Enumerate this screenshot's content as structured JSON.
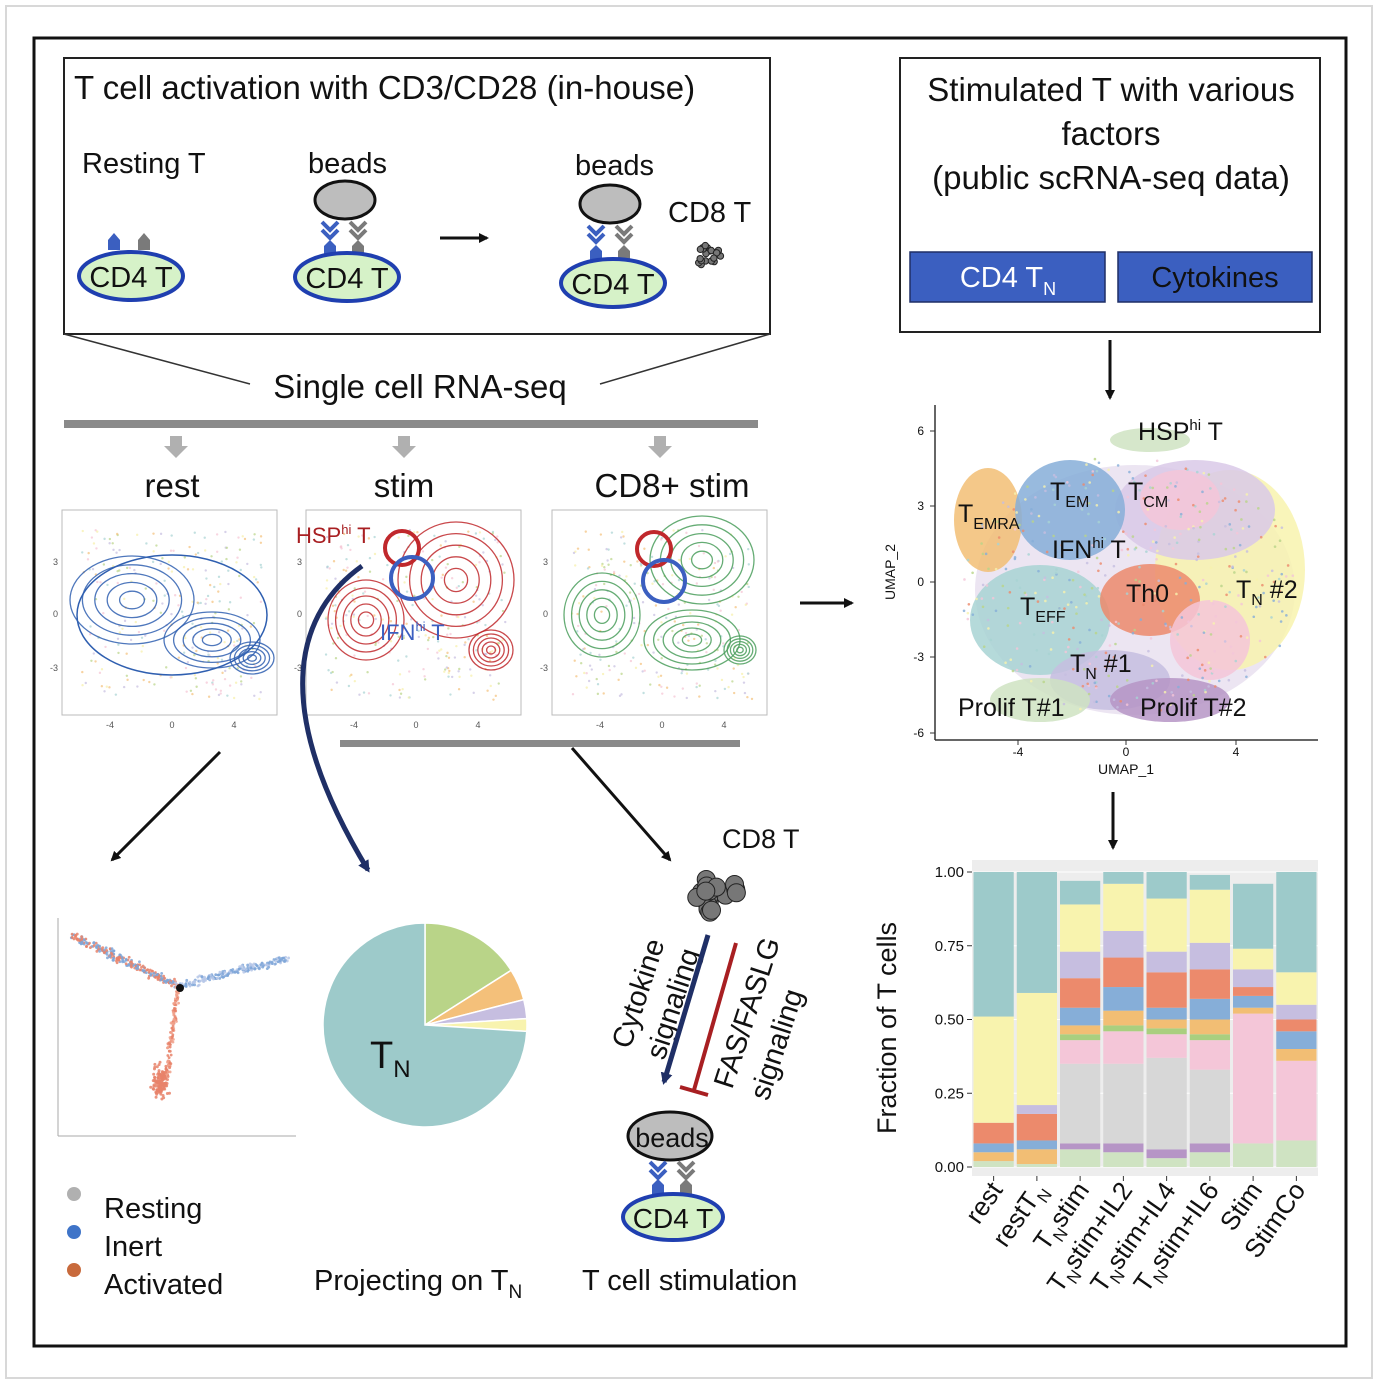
{
  "colors": {
    "blue_box": "#3b5fc0",
    "cell_fill": "#d6f2c8",
    "cell_stroke": "#1f3fb0",
    "red_mark": "#c0282c",
    "navy": "#1f2f66",
    "teal": "#9dcaca",
    "grey_bar": "#8a8a8a"
  },
  "left_panel": {
    "title": "T cell activation with CD3/CD28 (in-house)",
    "resting_label": "Resting T",
    "beads_label_1": "beads",
    "beads_label_2": "beads",
    "cd8_label": "CD8 T",
    "cell_label": "CD4 T",
    "scrna_label": "Single cell RNA-seq",
    "conditions": [
      "rest",
      "stim",
      "CD8+ stim"
    ]
  },
  "stim_panel": {
    "hsp_label_main": "HSP",
    "hsp_label_sup": "hi",
    "hsp_label_tail": " T",
    "ifn_label_main": "IFN",
    "ifn_label_sup": "hi",
    "ifn_label_tail": " T"
  },
  "mini_axes": {
    "y_ticks": [
      "3",
      "0",
      "-3"
    ],
    "x_ticks": [
      "-4",
      "0",
      "4"
    ]
  },
  "right_panel": {
    "title_line1": "Stimulated T with various",
    "title_line2": "factors",
    "title_line3": "(public scRNA-seq data)",
    "box1_main": "CD4 T",
    "box1_sub": "N",
    "box2": "Cytokines"
  },
  "umap": {
    "xlabel": "UMAP_1",
    "ylabel": "UMAP_2",
    "y_ticks": [
      "6",
      "3",
      "0",
      "-3",
      "-6"
    ],
    "x_ticks": [
      "-4",
      "0",
      "4"
    ],
    "clusters": [
      {
        "main": "HSP",
        "sup": "hi",
        "sub": "",
        "tail": " T"
      },
      {
        "main": "T",
        "sup": "",
        "sub": "EMRA",
        "tail": ""
      },
      {
        "main": "T",
        "sup": "",
        "sub": "EM",
        "tail": ""
      },
      {
        "main": "T",
        "sup": "",
        "sub": "CM",
        "tail": ""
      },
      {
        "main": "IFN",
        "sup": "hi",
        "sub": "",
        "tail": " T"
      },
      {
        "main": "Th0",
        "sup": "",
        "sub": "",
        "tail": ""
      },
      {
        "main": "T",
        "sup": "",
        "sub": "N",
        "tail": " #2"
      },
      {
        "main": "T",
        "sup": "",
        "sub": "EFF",
        "tail": ""
      },
      {
        "main": "T",
        "sup": "",
        "sub": "N",
        "tail": " #1"
      },
      {
        "main": "Prolif T#1",
        "sup": "",
        "sub": "",
        "tail": ""
      },
      {
        "main": "Prolif T#2",
        "sup": "",
        "sub": "",
        "tail": ""
      }
    ]
  },
  "bottom": {
    "legend": [
      {
        "label": "Resting",
        "color": "#b0b0b0"
      },
      {
        "label": "Inert",
        "color": "#3f74c8"
      },
      {
        "label": "Activated",
        "color": "#c86a3c"
      }
    ],
    "pie_label_main": "T",
    "pie_label_sub": "N",
    "projecting_main": "Projecting on T",
    "projecting_sub": "N",
    "cd8_label": "CD8 T",
    "cytokine_line1": "Cytokine",
    "cytokine_line2": "signaling",
    "fas_line1": "FAS/FASLG",
    "fas_line2": "signaling",
    "beads_label": "beads",
    "cell_label": "CD4 T",
    "stim_label": "T cell stimulation"
  },
  "chart_data": {
    "type": "bar",
    "ylabel": "Fraction of T cells",
    "ylim": [
      0,
      1
    ],
    "y_ticks": [
      "0.00",
      "0.25",
      "0.50",
      "0.75",
      "1.00"
    ],
    "categories": [
      {
        "main": "rest",
        "sub": "",
        "tail": ""
      },
      {
        "main": "restT",
        "sub": "N",
        "tail": ""
      },
      {
        "main": "T",
        "sub": "N",
        "tail": "stim"
      },
      {
        "main": "T",
        "sub": "N",
        "tail": "stim+IL2"
      },
      {
        "main": "T",
        "sub": "N",
        "tail": "stim+IL4"
      },
      {
        "main": "T",
        "sub": "N",
        "tail": "stim+IL6"
      },
      {
        "main": "Stim",
        "sub": "",
        "tail": ""
      },
      {
        "main": "StimCo",
        "sub": "",
        "tail": ""
      }
    ],
    "stack_colors": [
      "#cfe3c2",
      "#b695c6",
      "#d7d7d7",
      "#f4c6d8",
      "#a9cf7f",
      "#f2be74",
      "#86aed8",
      "#ec8a6c",
      "#c6bee0",
      "#f8f3ae",
      "#9dcaca"
    ],
    "stacks": [
      [
        0.02,
        0.0,
        0.0,
        0.0,
        0.0,
        0.03,
        0.03,
        0.07,
        0.0,
        0.36,
        0.49
      ],
      [
        0.01,
        0.0,
        0.0,
        0.0,
        0.0,
        0.05,
        0.03,
        0.09,
        0.03,
        0.38,
        0.41
      ],
      [
        0.06,
        0.02,
        0.27,
        0.08,
        0.02,
        0.03,
        0.06,
        0.1,
        0.09,
        0.16,
        0.08
      ],
      [
        0.05,
        0.03,
        0.27,
        0.11,
        0.02,
        0.05,
        0.08,
        0.1,
        0.09,
        0.16,
        0.04
      ],
      [
        0.03,
        0.03,
        0.31,
        0.08,
        0.02,
        0.03,
        0.04,
        0.12,
        0.07,
        0.18,
        0.09
      ],
      [
        0.05,
        0.03,
        0.25,
        0.1,
        0.02,
        0.05,
        0.07,
        0.1,
        0.09,
        0.18,
        0.05
      ],
      [
        0.08,
        0.0,
        0.0,
        0.44,
        0.0,
        0.02,
        0.04,
        0.03,
        0.06,
        0.07,
        0.22
      ],
      [
        0.09,
        0.0,
        0.0,
        0.27,
        0.0,
        0.04,
        0.06,
        0.04,
        0.05,
        0.11,
        0.34
      ]
    ]
  },
  "pie_data": {
    "values": [
      0.74,
      0.16,
      0.05,
      0.03,
      0.02
    ],
    "colors": [
      "#9dcaca",
      "#b9d488",
      "#f4c07a",
      "#c6bee0",
      "#f8f3ae"
    ]
  }
}
